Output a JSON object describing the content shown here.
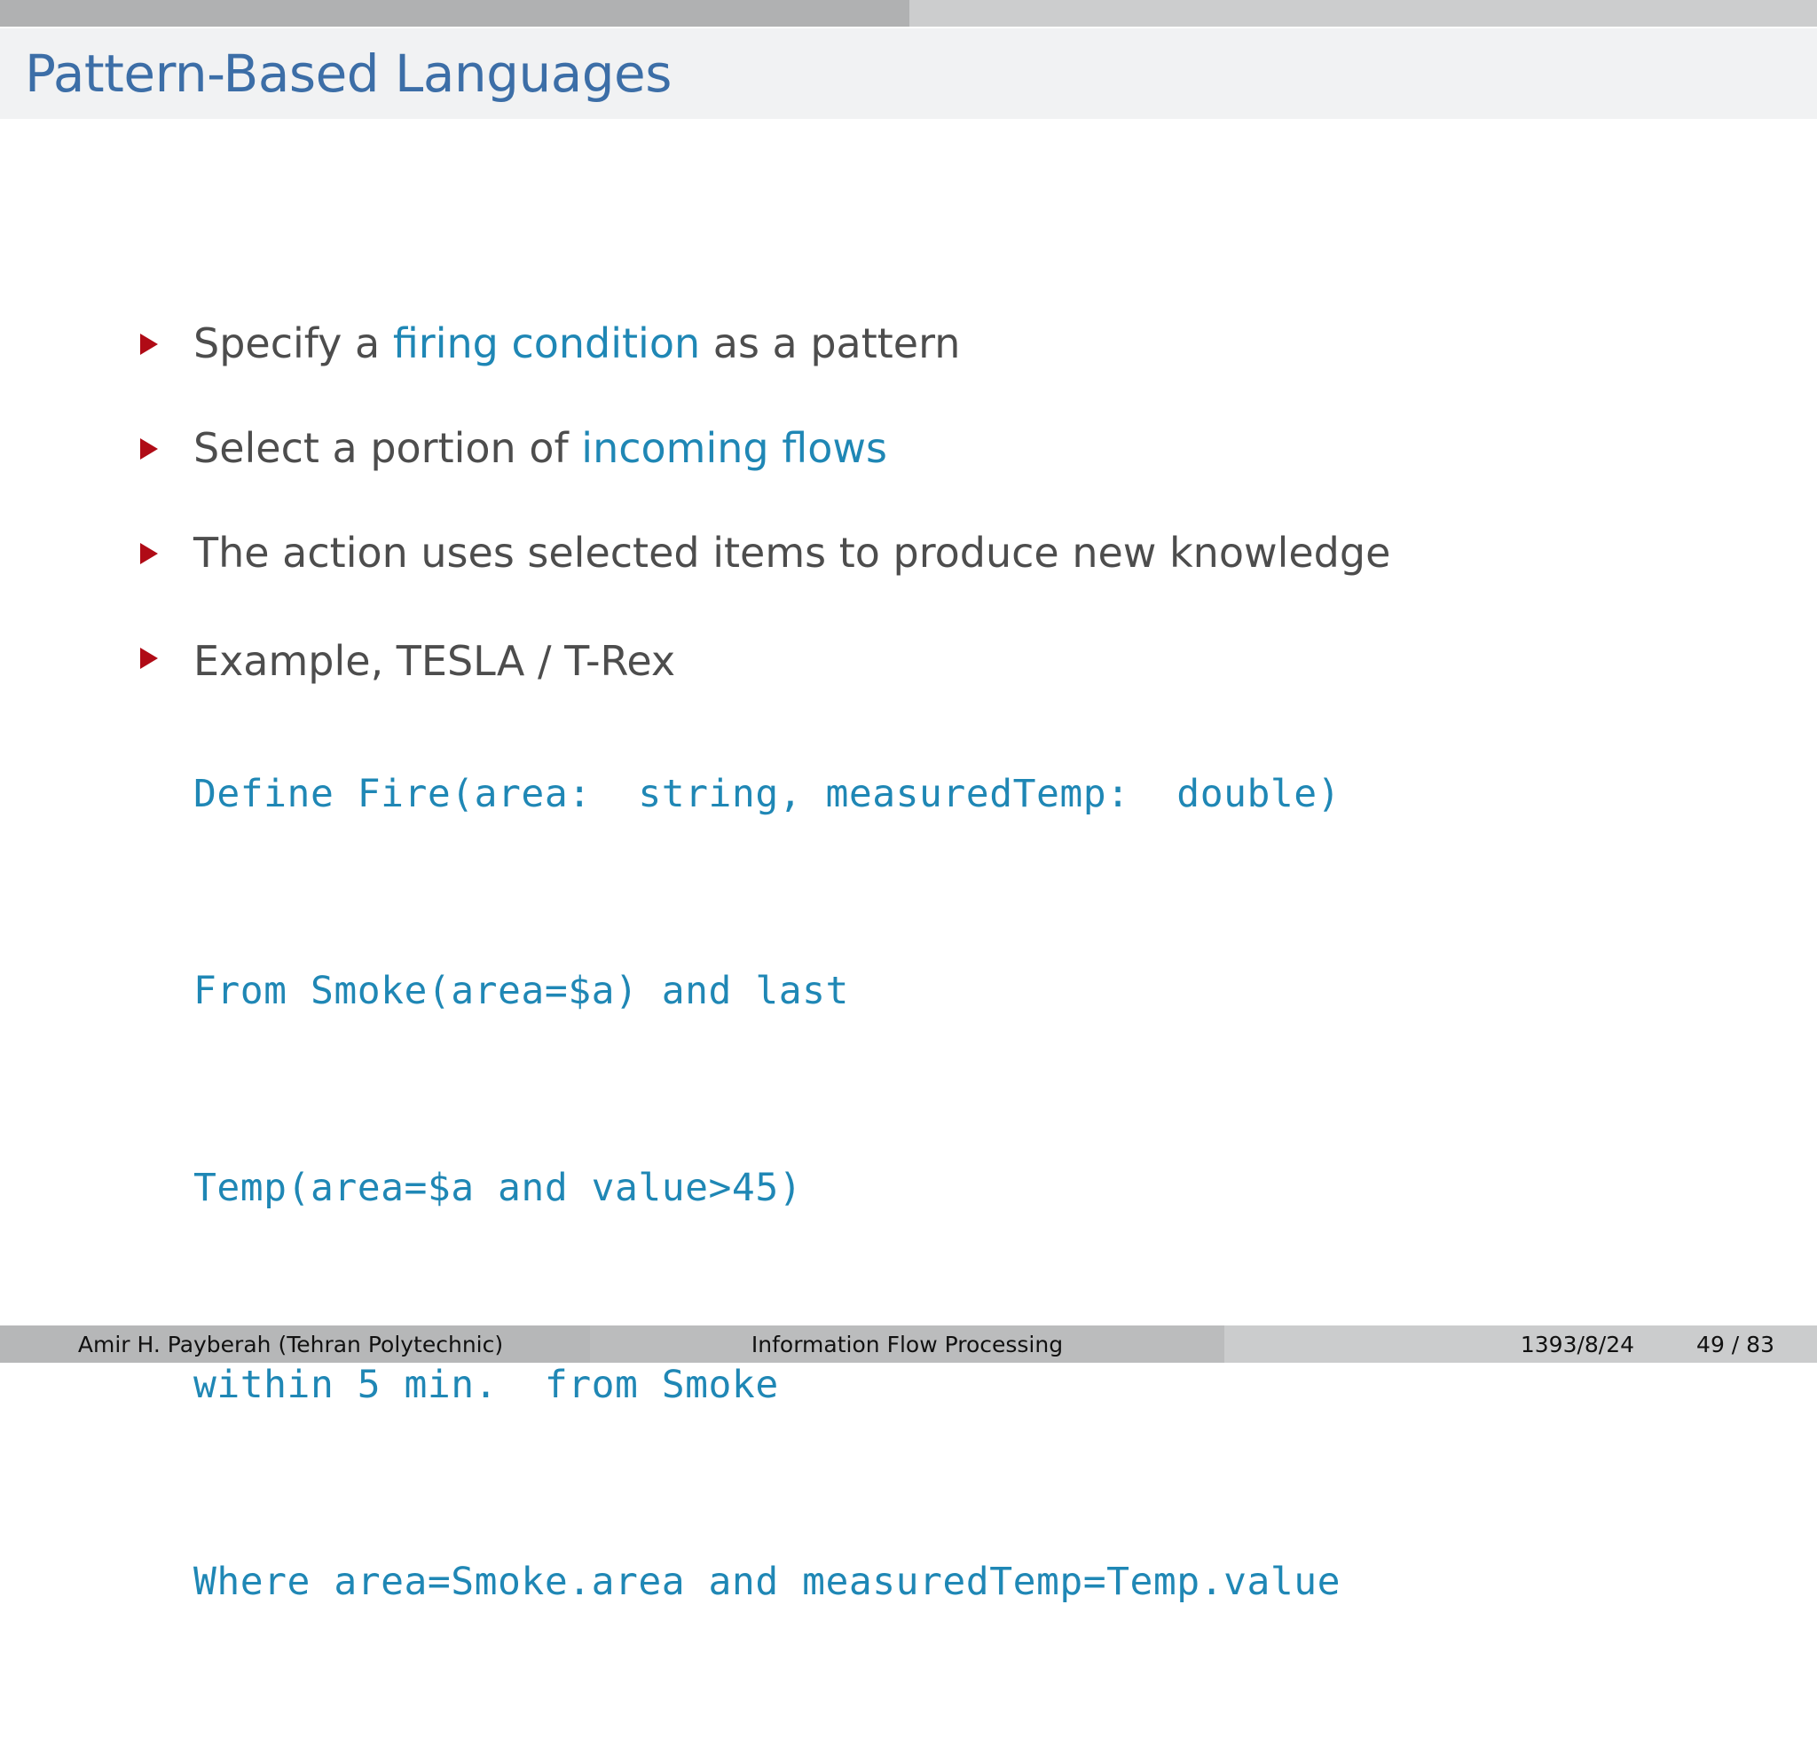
{
  "topbar": {
    "left_color": "#b0b1b2",
    "right_color": "#cccdce"
  },
  "header": {
    "title": "Pattern-Based Languages",
    "title_color": "#3c6ea7",
    "band_color": "#f1f2f3"
  },
  "theme": {
    "bullet_marker_color": "#b00b16",
    "body_text_color": "#4d4d4d",
    "highlight_color": "#1f87b5",
    "code_color": "#1f87b5"
  },
  "content": {
    "bullets": [
      {
        "marker": "triangle-right",
        "segments": [
          {
            "text": "Specify a ",
            "style": "plain"
          },
          {
            "text": "firing condition",
            "style": "highlight"
          },
          {
            "text": " as a pattern",
            "style": "plain"
          }
        ]
      },
      {
        "marker": "triangle-right",
        "segments": [
          {
            "text": "Select a portion of ",
            "style": "plain"
          },
          {
            "text": "incoming flows",
            "style": "highlight"
          }
        ]
      },
      {
        "marker": "triangle-right",
        "segments": [
          {
            "text": "The action uses selected items to produce new knowledge",
            "style": "plain"
          }
        ]
      },
      {
        "marker": "triangle-right",
        "segments": [
          {
            "text": "Example, TESLA / T-Rex",
            "style": "plain"
          }
        ]
      }
    ],
    "code": {
      "lines": [
        "Define Fire(area:  string, measuredTemp:  double)",
        "From Smoke(area=$a) and last",
        "Temp(area=$a and value>45)",
        "within 5 min.  from Smoke",
        "Where area=Smoke.area and measuredTemp=Temp.value"
      ]
    }
  },
  "footer": {
    "author": "Amir H. Payberah  (Tehran Polytechnic)",
    "subject": "Information Flow Processing",
    "date": "1393/8/24",
    "page": "49 / 83"
  }
}
